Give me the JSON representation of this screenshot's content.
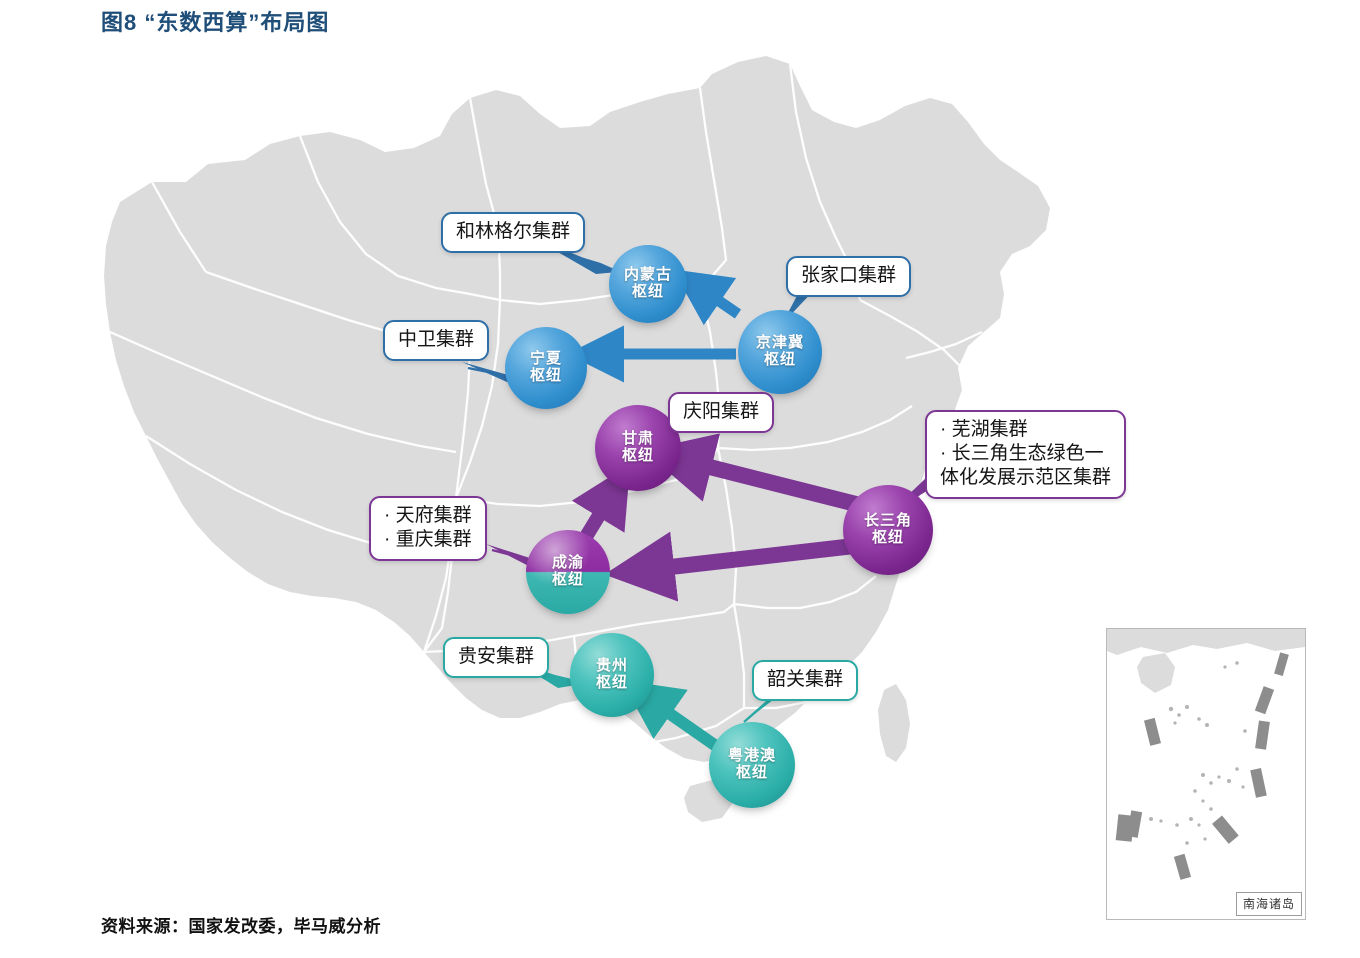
{
  "figure": {
    "title": "图8  “东数西算”布局图",
    "source": "资料来源：国家发改委，毕马威分析"
  },
  "colors": {
    "title": "#1f4e79",
    "blue": "#2f8ecd",
    "purple": "#7c2690",
    "teal": "#2aada8",
    "map_land": "#dcdcdc",
    "map_border": "#ffffff"
  },
  "map": {
    "inset": {
      "label": "南海诸岛"
    },
    "nodes": [
      {
        "id": "neimenggu",
        "line1": "内蒙古",
        "line2": "枢纽",
        "color": "blue"
      },
      {
        "id": "jingjinji",
        "line1": "京津冀",
        "line2": "枢纽",
        "color": "blue"
      },
      {
        "id": "ningxia",
        "line1": "宁夏",
        "line2": "枢纽",
        "color": "blue"
      },
      {
        "id": "gansu",
        "line1": "甘肃",
        "line2": "枢纽",
        "color": "purple"
      },
      {
        "id": "changsanjiao",
        "line1": "长三角",
        "line2": "枢纽",
        "color": "purple"
      },
      {
        "id": "chengyu",
        "line1": "成渝",
        "line2": "枢纽",
        "color": "split"
      },
      {
        "id": "guizhou",
        "line1": "贵州",
        "line2": "枢纽",
        "color": "teal"
      },
      {
        "id": "yuegangao",
        "line1": "粤港澳",
        "line2": "枢纽",
        "color": "teal"
      }
    ],
    "callouts": [
      {
        "id": "helingeer",
        "lines": [
          "和林格尔集群"
        ],
        "color": "blue",
        "target": "neimenggu"
      },
      {
        "id": "zhangjiakou",
        "lines": [
          "张家口集群"
        ],
        "color": "blue",
        "target": "jingjinji"
      },
      {
        "id": "zhongwei",
        "lines": [
          "中卫集群"
        ],
        "color": "blue",
        "target": "ningxia"
      },
      {
        "id": "qingyang",
        "lines": [
          "庆阳集群"
        ],
        "color": "purple",
        "target": "gansu"
      },
      {
        "id": "yangtze",
        "lines": [
          "· 芜湖集群",
          "· 长三角生态绿色一",
          "体化发展示范区集群"
        ],
        "color": "purple",
        "target": "changsanjiao"
      },
      {
        "id": "chengyu-clusters",
        "lines": [
          "· 天府集群",
          "· 重庆集群"
        ],
        "color": "purple",
        "target": "chengyu"
      },
      {
        "id": "guian",
        "lines": [
          "贵安集群"
        ],
        "color": "teal",
        "target": "guizhou"
      },
      {
        "id": "shaoguan",
        "lines": [
          "韶关集群"
        ],
        "color": "teal",
        "target": "yuegangao"
      }
    ],
    "flows": [
      {
        "from": "jingjinji",
        "to": "neimenggu",
        "color": "blue"
      },
      {
        "from": "jingjinji",
        "to": "ningxia",
        "color": "blue"
      },
      {
        "from": "changsanjiao",
        "to": "gansu",
        "color": "purple"
      },
      {
        "from": "changsanjiao",
        "to": "chengyu",
        "color": "purple"
      },
      {
        "from": "chengyu",
        "to": "gansu",
        "color": "purple"
      },
      {
        "from": "yuegangao",
        "to": "guizhou",
        "color": "teal"
      }
    ]
  }
}
